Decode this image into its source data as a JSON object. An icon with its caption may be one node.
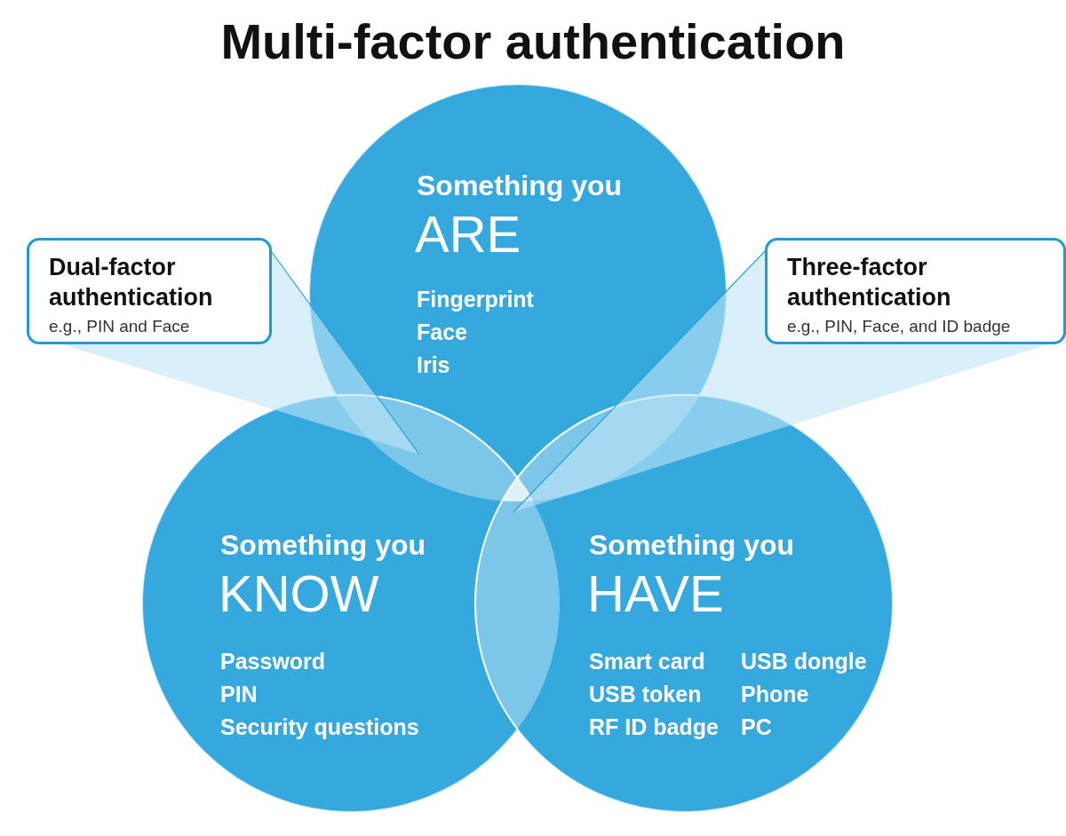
{
  "diagram": {
    "title": "Multi-factor authentication",
    "nodes": [
      {
        "text": [
          "Something you",
          "ARE",
          "Fingerprint",
          "Face",
          "Iris"
        ]
      },
      {
        "text": [
          "Something you",
          "KNOW",
          "Password",
          "PIN",
          "Security questions"
        ]
      },
      {
        "text": [
          "Something you",
          "HAVE",
          "Smart card",
          "USB token",
          "RF ID badge",
          "USB dongle",
          "Phone",
          "PC"
        ]
      },
      {
        "text": [
          "Dual-factor authentication",
          "e.g., PIN and Face"
        ]
      },
      {
        "text": [
          "Three-factor authentication",
          "e.g., PIN, Face, and ID badge"
        ]
      },
      {
        "text": [],
        "shape": "lens"
      },
      {
        "text": [],
        "shape": "triangle"
      }
    ],
    "edges": [
      {
        "from": 3,
        "to": 5,
        "arrow": "none"
      },
      {
        "from": 4,
        "to": 6,
        "arrow": "none"
      }
    ]
  }
}
